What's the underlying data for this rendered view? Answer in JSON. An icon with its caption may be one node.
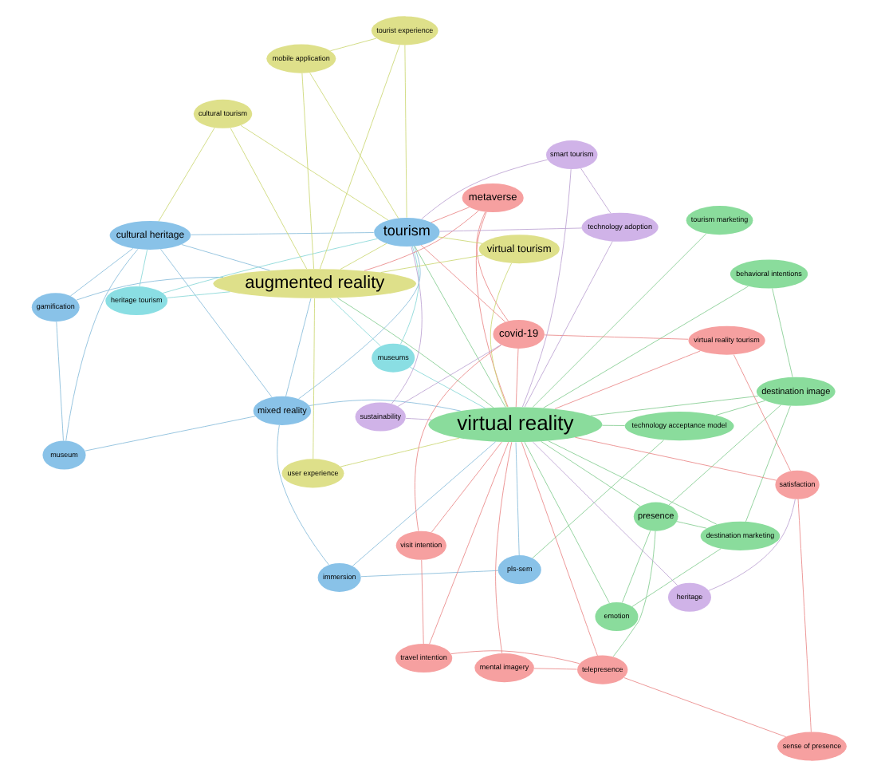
{
  "diagram": {
    "nodes": [
      {
        "text": [
          "emotion"
        ]
      },
      {
        "text": [
          "destination marketing"
        ]
      },
      {
        "text": [
          "museum"
        ]
      },
      {
        "text": [
          "mixed reality"
        ]
      },
      {
        "text": [
          "behavioral intentions"
        ]
      },
      {
        "text": [
          "immersion"
        ]
      },
      {
        "text": [
          "gamification"
        ]
      },
      {
        "text": [
          "destination image"
        ]
      },
      {
        "text": [
          "pls-sem"
        ]
      },
      {
        "text": [
          "museums"
        ]
      },
      {
        "text": [
          "heritage tourism"
        ]
      },
      {
        "text": [
          "user experience"
        ]
      },
      {
        "text": [
          "presence"
        ]
      },
      {
        "text": [
          "tourism marketing"
        ]
      },
      {
        "text": [
          "technology acceptance model"
        ]
      },
      {
        "text": [
          "cultural heritage"
        ]
      },
      {
        "text": [
          "virtual reality"
        ]
      },
      {
        "text": [
          "augmented reality"
        ]
      },
      {
        "text": [
          "mental imagery"
        ]
      },
      {
        "text": [
          "travel intention"
        ]
      },
      {
        "text": [
          "telepresence"
        ]
      },
      {
        "text": [
          "tourism"
        ]
      },
      {
        "text": [
          "metaverse"
        ]
      },
      {
        "text": [
          "cultural tourism"
        ]
      },
      {
        "text": [
          "mobile application"
        ]
      },
      {
        "text": [
          "sense of presence"
        ]
      },
      {
        "text": [
          "virtual tourism"
        ]
      },
      {
        "text": [
          "virtual reality tourism"
        ]
      },
      {
        "text": [
          "visit intention"
        ]
      },
      {
        "text": [
          "covid-19"
        ]
      },
      {
        "text": [
          "satisfaction"
        ]
      },
      {
        "text": [
          "tourist experience"
        ]
      },
      {
        "text": [
          "sustainability"
        ]
      },
      {
        "text": [
          "smart tourism"
        ]
      },
      {
        "text": [
          "technology adoption"
        ]
      },
      {
        "text": [
          "heritage"
        ]
      }
    ],
    "edges": [
      {
        "from": 16,
        "to": 17,
        "arrow": "none",
        "color": "#7cc98a"
      },
      {
        "from": 16,
        "to": 21,
        "arrow": "none",
        "color": "#7cc98a"
      },
      {
        "from": 17,
        "to": 21,
        "arrow": "none",
        "color": "#c8d46a"
      },
      {
        "from": 0,
        "to": 1,
        "arrow": "none",
        "color": "#7cc98a"
      },
      {
        "from": 0,
        "to": 12,
        "arrow": "none",
        "color": "#7cc98a"
      },
      {
        "from": 0,
        "to": 16,
        "arrow": "none",
        "color": "#7cc98a"
      },
      {
        "from": 1,
        "to": 7,
        "arrow": "none",
        "color": "#7cc98a"
      },
      {
        "from": 1,
        "to": 16,
        "arrow": "none",
        "color": "#7cc98a"
      },
      {
        "from": 1,
        "to": 12,
        "arrow": "none",
        "color": "#7cc98a"
      },
      {
        "from": 4,
        "to": 16,
        "arrow": "none",
        "color": "#7cc98a"
      },
      {
        "from": 4,
        "to": 7,
        "arrow": "none",
        "color": "#7cc98a"
      },
      {
        "from": 7,
        "to": 16,
        "arrow": "none",
        "color": "#7cc98a"
      },
      {
        "from": 7,
        "to": 12,
        "arrow": "none",
        "color": "#7cc98a"
      },
      {
        "from": 7,
        "to": 14,
        "arrow": "none",
        "color": "#7cc98a"
      },
      {
        "from": 12,
        "to": 16,
        "arrow": "none",
        "color": "#7cc98a"
      },
      {
        "from": 13,
        "to": 16,
        "arrow": "none",
        "color": "#7cc98a"
      },
      {
        "from": 14,
        "to": 16,
        "arrow": "none",
        "color": "#7cc98a"
      },
      {
        "from": 14,
        "to": 8,
        "arrow": "none",
        "color": "#7cc98a"
      },
      {
        "from": 12,
        "to": 20,
        "arrow": "none",
        "color": "#7cc98a"
      },
      {
        "from": 2,
        "to": 3,
        "arrow": "none",
        "color": "#7fb8d8"
      },
      {
        "from": 2,
        "to": 15,
        "arrow": "none",
        "color": "#7fb8d8"
      },
      {
        "from": 2,
        "to": 6,
        "arrow": "none",
        "color": "#7fb8d8"
      },
      {
        "from": 3,
        "to": 5,
        "arrow": "none",
        "color": "#7fb8d8"
      },
      {
        "from": 3,
        "to": 17,
        "arrow": "none",
        "color": "#7fb8d8"
      },
      {
        "from": 3,
        "to": 16,
        "arrow": "none",
        "color": "#7fb8d8"
      },
      {
        "from": 3,
        "to": 15,
        "arrow": "none",
        "color": "#7fb8d8"
      },
      {
        "from": 5,
        "to": 16,
        "arrow": "none",
        "color": "#7fb8d8"
      },
      {
        "from": 5,
        "to": 8,
        "arrow": "none",
        "color": "#7fb8d8"
      },
      {
        "from": 6,
        "to": 15,
        "arrow": "none",
        "color": "#7fb8d8"
      },
      {
        "from": 6,
        "to": 17,
        "arrow": "none",
        "color": "#7fb8d8"
      },
      {
        "from": 8,
        "to": 16,
        "arrow": "none",
        "color": "#7fb8d8"
      },
      {
        "from": 9,
        "to": 16,
        "arrow": "none",
        "color": "#7fd4d4"
      },
      {
        "from": 9,
        "to": 17,
        "arrow": "none",
        "color": "#7fd4d4"
      },
      {
        "from": 10,
        "to": 17,
        "arrow": "none",
        "color": "#7fd4d4"
      },
      {
        "from": 10,
        "to": 15,
        "arrow": "none",
        "color": "#7fd4d4"
      },
      {
        "from": 15,
        "to": 17,
        "arrow": "none",
        "color": "#7fb8d8"
      },
      {
        "from": 15,
        "to": 21,
        "arrow": "none",
        "color": "#7fb8d8"
      },
      {
        "from": 3,
        "to": 21,
        "arrow": "none",
        "color": "#7fb8d8"
      },
      {
        "from": 9,
        "to": 21,
        "arrow": "none",
        "color": "#7fd4d4"
      },
      {
        "from": 10,
        "to": 21,
        "arrow": "none",
        "color": "#7fd4d4"
      },
      {
        "from": 11,
        "to": 17,
        "arrow": "none",
        "color": "#c8d46a"
      },
      {
        "from": 11,
        "to": 16,
        "arrow": "none",
        "color": "#c8d46a"
      },
      {
        "from": 23,
        "to": 21,
        "arrow": "none",
        "color": "#c8d46a"
      },
      {
        "from": 23,
        "to": 17,
        "arrow": "none",
        "color": "#c8d46a"
      },
      {
        "from": 24,
        "to": 17,
        "arrow": "none",
        "color": "#c8d46a"
      },
      {
        "from": 24,
        "to": 31,
        "arrow": "none",
        "color": "#c8d46a"
      },
      {
        "from": 31,
        "to": 17,
        "arrow": "none",
        "color": "#c8d46a"
      },
      {
        "from": 31,
        "to": 21,
        "arrow": "none",
        "color": "#c8d46a"
      },
      {
        "from": 26,
        "to": 21,
        "arrow": "none",
        "color": "#c8d46a"
      },
      {
        "from": 26,
        "to": 17,
        "arrow": "none",
        "color": "#c8d46a"
      },
      {
        "from": 26,
        "to": 16,
        "arrow": "none",
        "color": "#c8d46a"
      },
      {
        "from": 23,
        "to": 15,
        "arrow": "none",
        "color": "#c8d46a"
      },
      {
        "from": 24,
        "to": 21,
        "arrow": "none",
        "color": "#c8d46a"
      },
      {
        "from": 18,
        "to": 16,
        "arrow": "none",
        "color": "#e88080"
      },
      {
        "from": 18,
        "to": 20,
        "arrow": "none",
        "color": "#e88080"
      },
      {
        "from": 19,
        "to": 16,
        "arrow": "none",
        "color": "#e88080"
      },
      {
        "from": 19,
        "to": 20,
        "arrow": "none",
        "color": "#e88080"
      },
      {
        "from": 20,
        "to": 16,
        "arrow": "none",
        "color": "#e88080"
      },
      {
        "from": 20,
        "to": 25,
        "arrow": "none",
        "color": "#e88080"
      },
      {
        "from": 22,
        "to": 16,
        "arrow": "none",
        "color": "#e88080"
      },
      {
        "from": 22,
        "to": 29,
        "arrow": "none",
        "color": "#e88080"
      },
      {
        "from": 22,
        "to": 17,
        "arrow": "none",
        "color": "#e88080"
      },
      {
        "from": 22,
        "to": 21,
        "arrow": "none",
        "color": "#e88080"
      },
      {
        "from": 25,
        "to": 30,
        "arrow": "none",
        "color": "#e88080"
      },
      {
        "from": 27,
        "to": 16,
        "arrow": "none",
        "color": "#e88080"
      },
      {
        "from": 27,
        "to": 30,
        "arrow": "none",
        "color": "#e88080"
      },
      {
        "from": 28,
        "to": 16,
        "arrow": "none",
        "color": "#e88080"
      },
      {
        "from": 28,
        "to": 19,
        "arrow": "none",
        "color": "#e88080"
      },
      {
        "from": 29,
        "to": 16,
        "arrow": "none",
        "color": "#e88080"
      },
      {
        "from": 29,
        "to": 21,
        "arrow": "none",
        "color": "#e88080"
      },
      {
        "from": 30,
        "to": 16,
        "arrow": "none",
        "color": "#e88080"
      },
      {
        "from": 27,
        "to": 29,
        "arrow": "none",
        "color": "#e88080"
      },
      {
        "from": 28,
        "to": 29,
        "arrow": "none",
        "color": "#e88080"
      },
      {
        "from": 32,
        "to": 21,
        "arrow": "none",
        "color": "#b89cd0"
      },
      {
        "from": 32,
        "to": 16,
        "arrow": "none",
        "color": "#b89cd0"
      },
      {
        "from": 32,
        "to": 29,
        "arrow": "none",
        "color": "#b89cd0"
      },
      {
        "from": 33,
        "to": 21,
        "arrow": "none",
        "color": "#b89cd0"
      },
      {
        "from": 33,
        "to": 16,
        "arrow": "none",
        "color": "#b89cd0"
      },
      {
        "from": 34,
        "to": 21,
        "arrow": "none",
        "color": "#b89cd0"
      },
      {
        "from": 34,
        "to": 16,
        "arrow": "none",
        "color": "#b89cd0"
      },
      {
        "from": 35,
        "to": 16,
        "arrow": "none",
        "color": "#b89cd0"
      },
      {
        "from": 35,
        "to": 30,
        "arrow": "none",
        "color": "#b89cd0"
      },
      {
        "from": 33,
        "to": 34,
        "arrow": "none",
        "color": "#b89cd0"
      }
    ]
  }
}
